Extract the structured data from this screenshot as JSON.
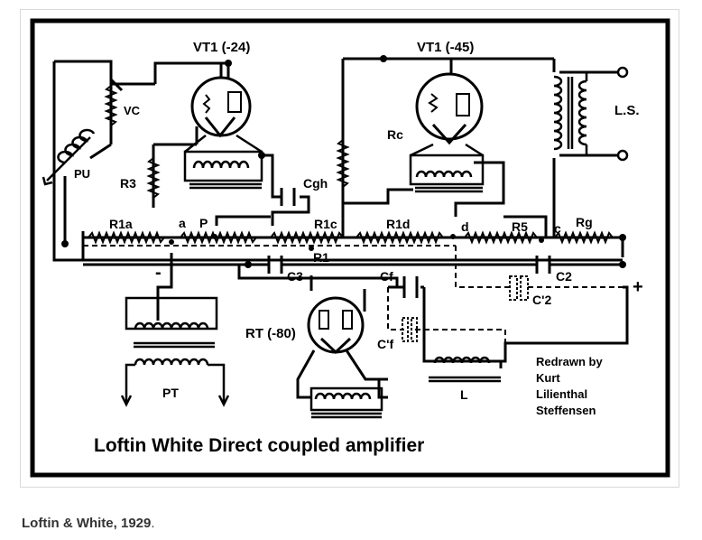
{
  "diagram": {
    "title": "Loftin White Direct coupled amplifier",
    "credit": [
      "Redrawn by",
      "Kurt",
      "Lilienthal",
      "Steffensen"
    ],
    "labels": {
      "vt1_24": "VT1 (-24)",
      "vt1_45": "VT1 (-45)",
      "rt80": "RT (-80)",
      "vc": "VC",
      "pu": "PU",
      "r3": "R3",
      "rc": "Rc",
      "ls": "L.S.",
      "cgh": "Cgh",
      "r1a": "R1a",
      "a": "a",
      "p": "P",
      "r1c": "R1c",
      "r1d": "R1d",
      "d": "d",
      "r5": "R5",
      "c": "c",
      "rg": "Rg",
      "r1": "R1",
      "c3": "C3",
      "cf": "Cf",
      "c2": "C2",
      "c2p": "C'2",
      "cpf": "C'f",
      "minus": "-",
      "plus": "+",
      "pt": "PT",
      "l": "L"
    }
  },
  "caption": {
    "text": "Loftin & White, 1929",
    "suffix": "."
  }
}
